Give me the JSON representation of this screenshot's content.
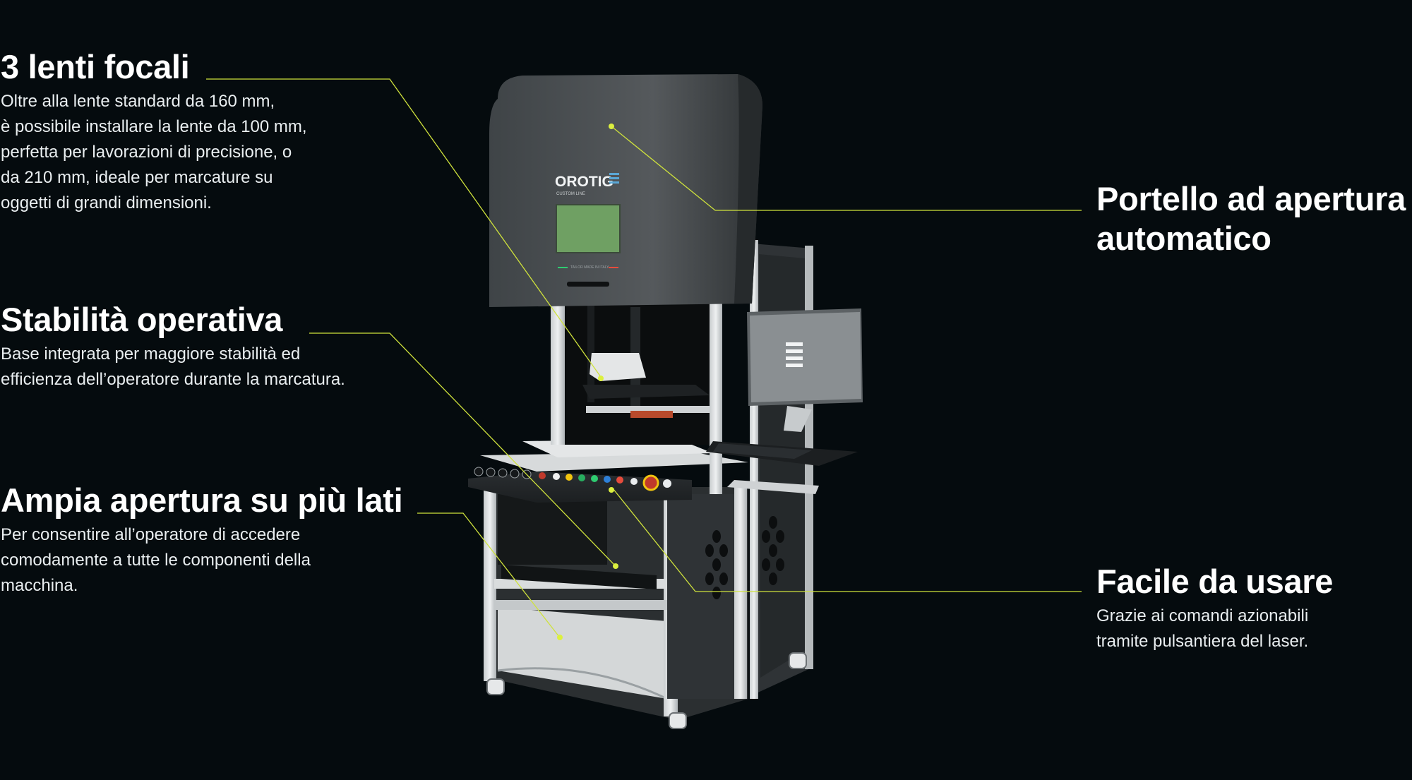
{
  "colors": {
    "background": "#050b0e",
    "accent_line": "#cfe23c",
    "heading": "#ffffff",
    "body_text": "#e9eef0"
  },
  "features": {
    "lenses": {
      "title": "3 lenti focali",
      "lines": [
        "Oltre alla lente standard da 160 mm,",
        "è possibile installare la lente da 100 mm,",
        "perfetta per lavorazioni di precisione, o",
        "da 210 mm, ideale per marcature su",
        "oggetti di grandi dimensioni."
      ]
    },
    "stability": {
      "title": "Stabilità operativa",
      "lines": [
        "Base integrata per maggiore stabilità ed",
        "efficienza dell’operatore durante la marcatura."
      ]
    },
    "opening": {
      "title": "Ampia apertura su più lati",
      "lines": [
        "Per consentire all’operatore di accedere",
        "comodamente a tutte le componenti della",
        "macchina."
      ]
    },
    "door": {
      "title_lines": [
        "Portello ad apertura",
        "automatico"
      ]
    },
    "easy": {
      "title": "Facile da usare",
      "lines": [
        "Grazie ai comandi azionabili",
        "tramite pulsantiera del laser."
      ]
    }
  },
  "machine": {
    "brand": "OROTIG",
    "subtitle": "CUSTOM LINE",
    "tagline": "TAILOR MADE IN ITALY"
  }
}
